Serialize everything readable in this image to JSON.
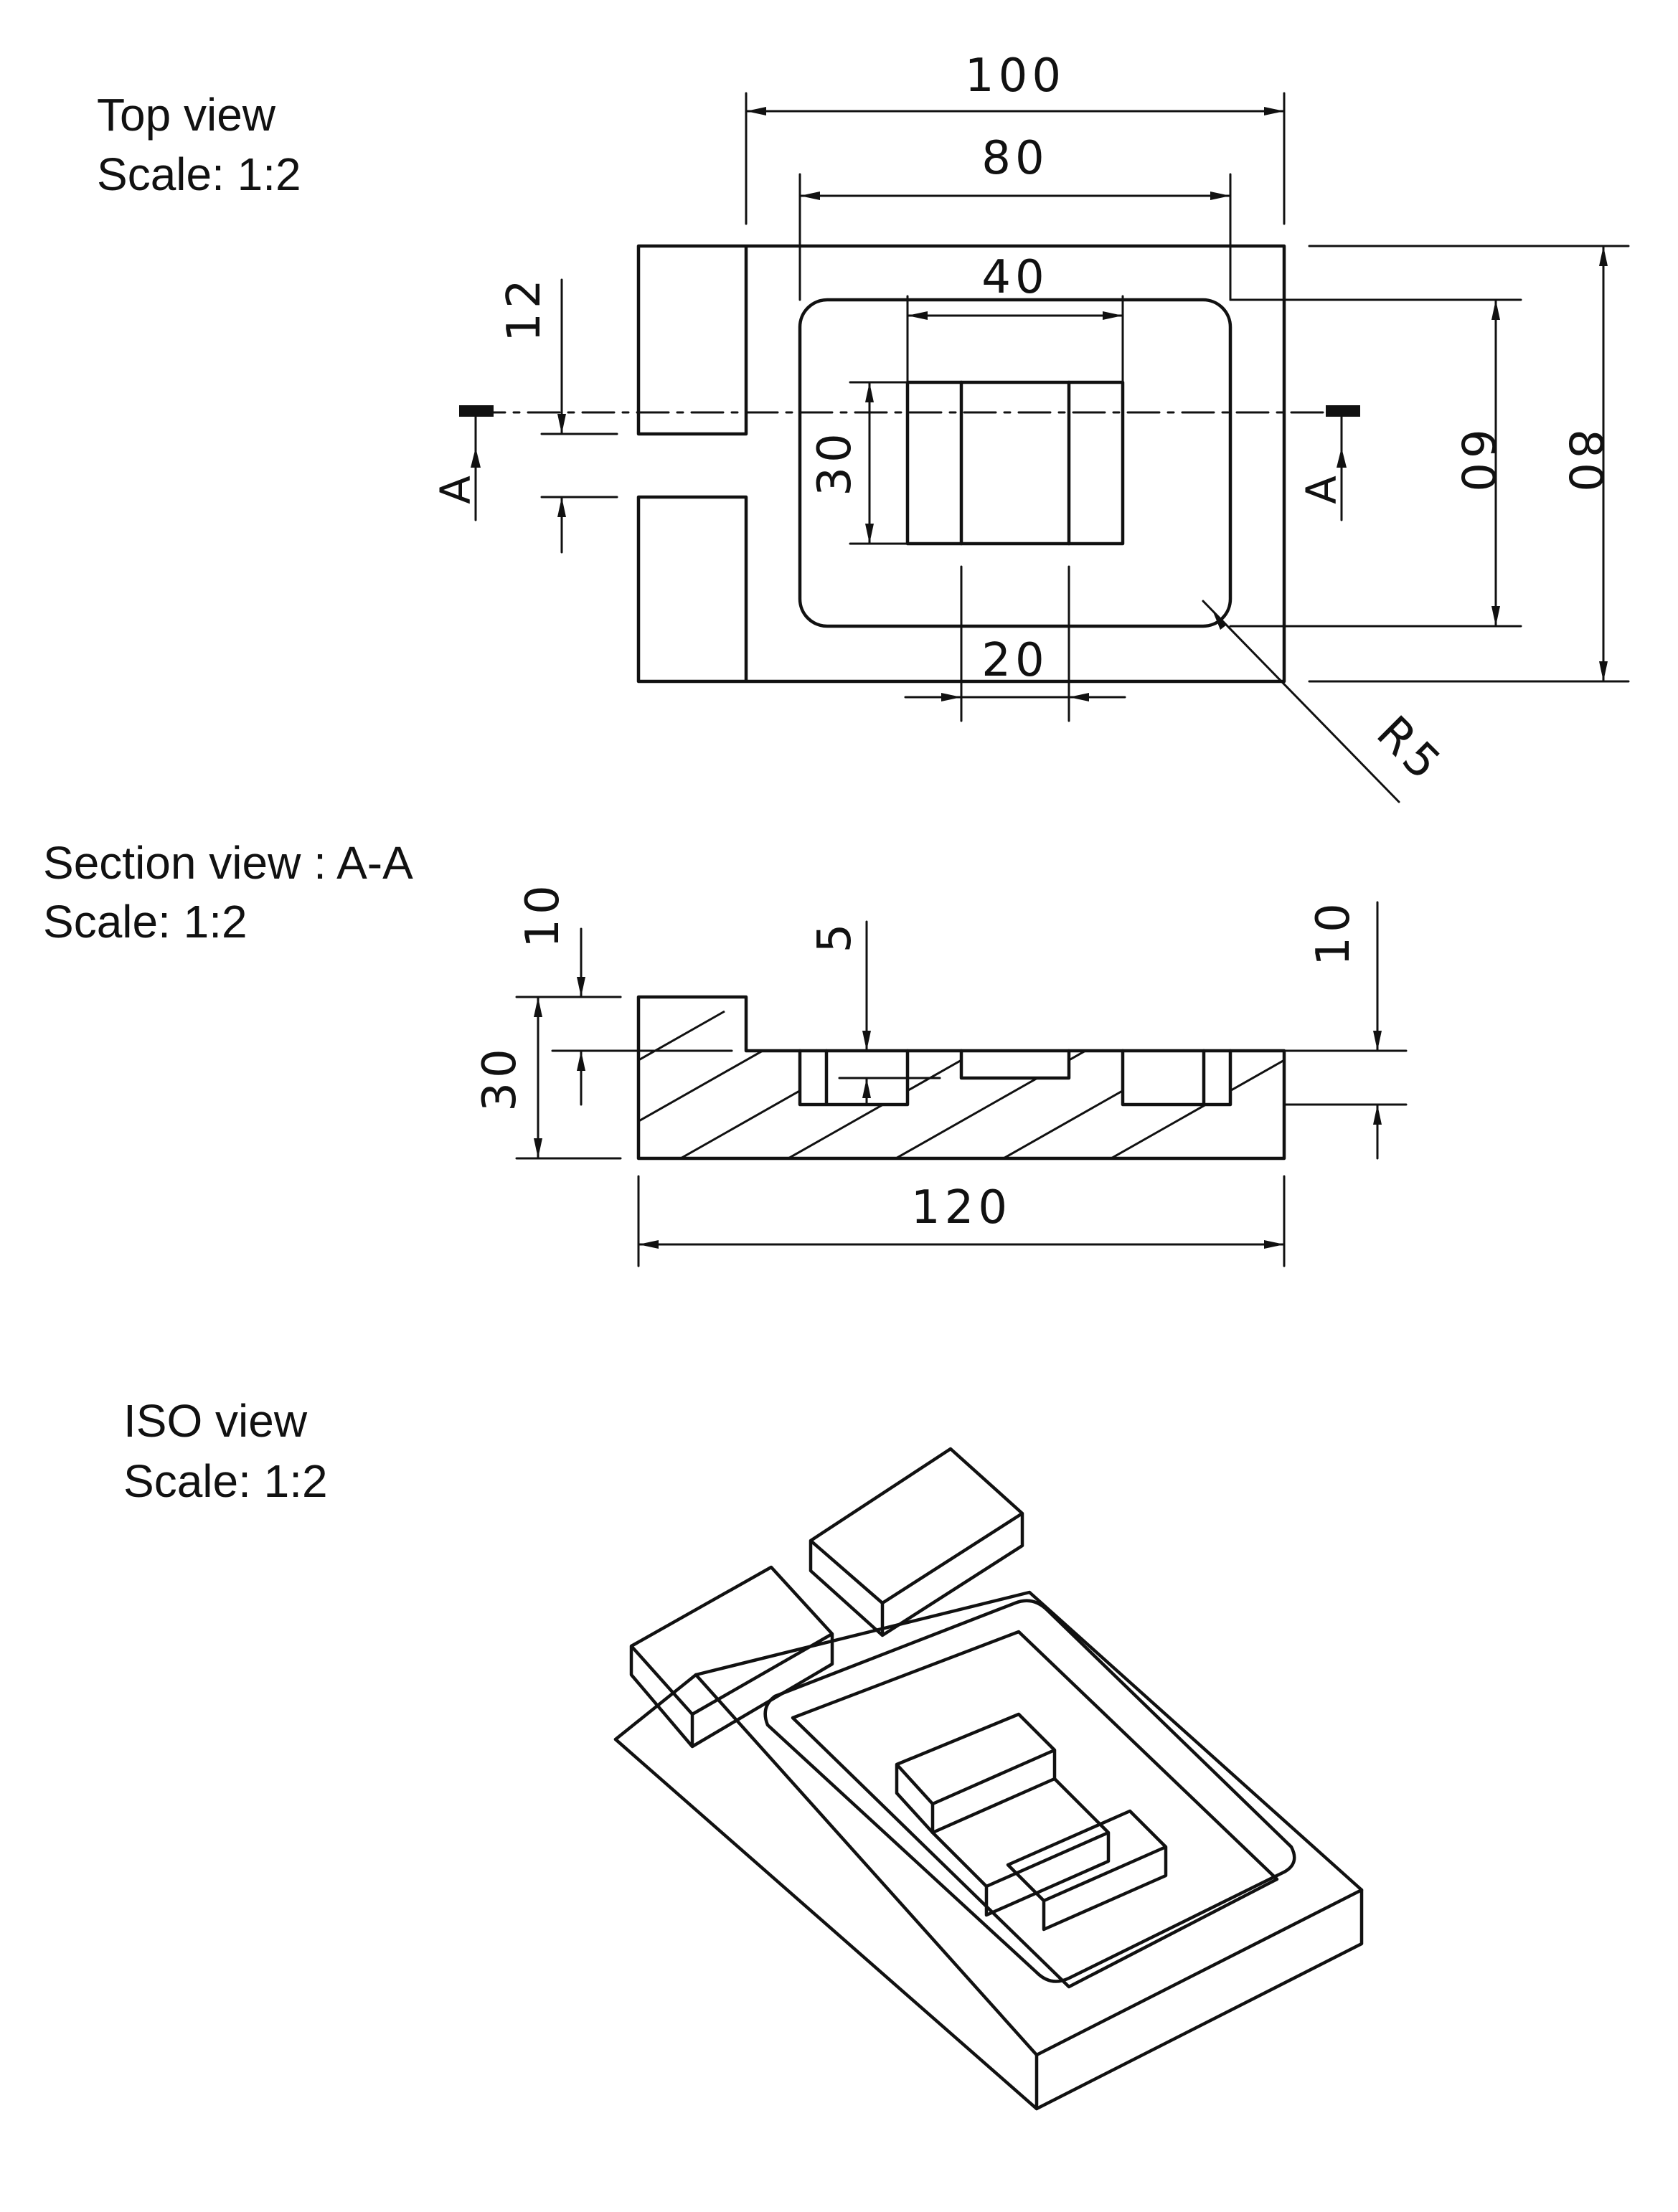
{
  "views": {
    "top": {
      "title": "Top view",
      "scale": "Scale:  1:2"
    },
    "section": {
      "title": "Section view : A-A",
      "scale": "Scale:  1:2"
    },
    "iso": {
      "title": "ISO view",
      "scale": "Scale:  1:2"
    }
  },
  "section_marker": {
    "left": "A",
    "right": "A"
  },
  "top_dimensions": {
    "overall_width": "100",
    "pocket_width": "80",
    "boss_width": "40",
    "slot_width": "12",
    "boss_height": "30",
    "pocket_height": "60",
    "overall_height": "80",
    "groove_width": "20",
    "corner_radius": "R5"
  },
  "section_dimensions": {
    "step_depth": "10",
    "groove_depth": "5",
    "right_depth": "10",
    "total_height": "30",
    "total_length": "120"
  }
}
